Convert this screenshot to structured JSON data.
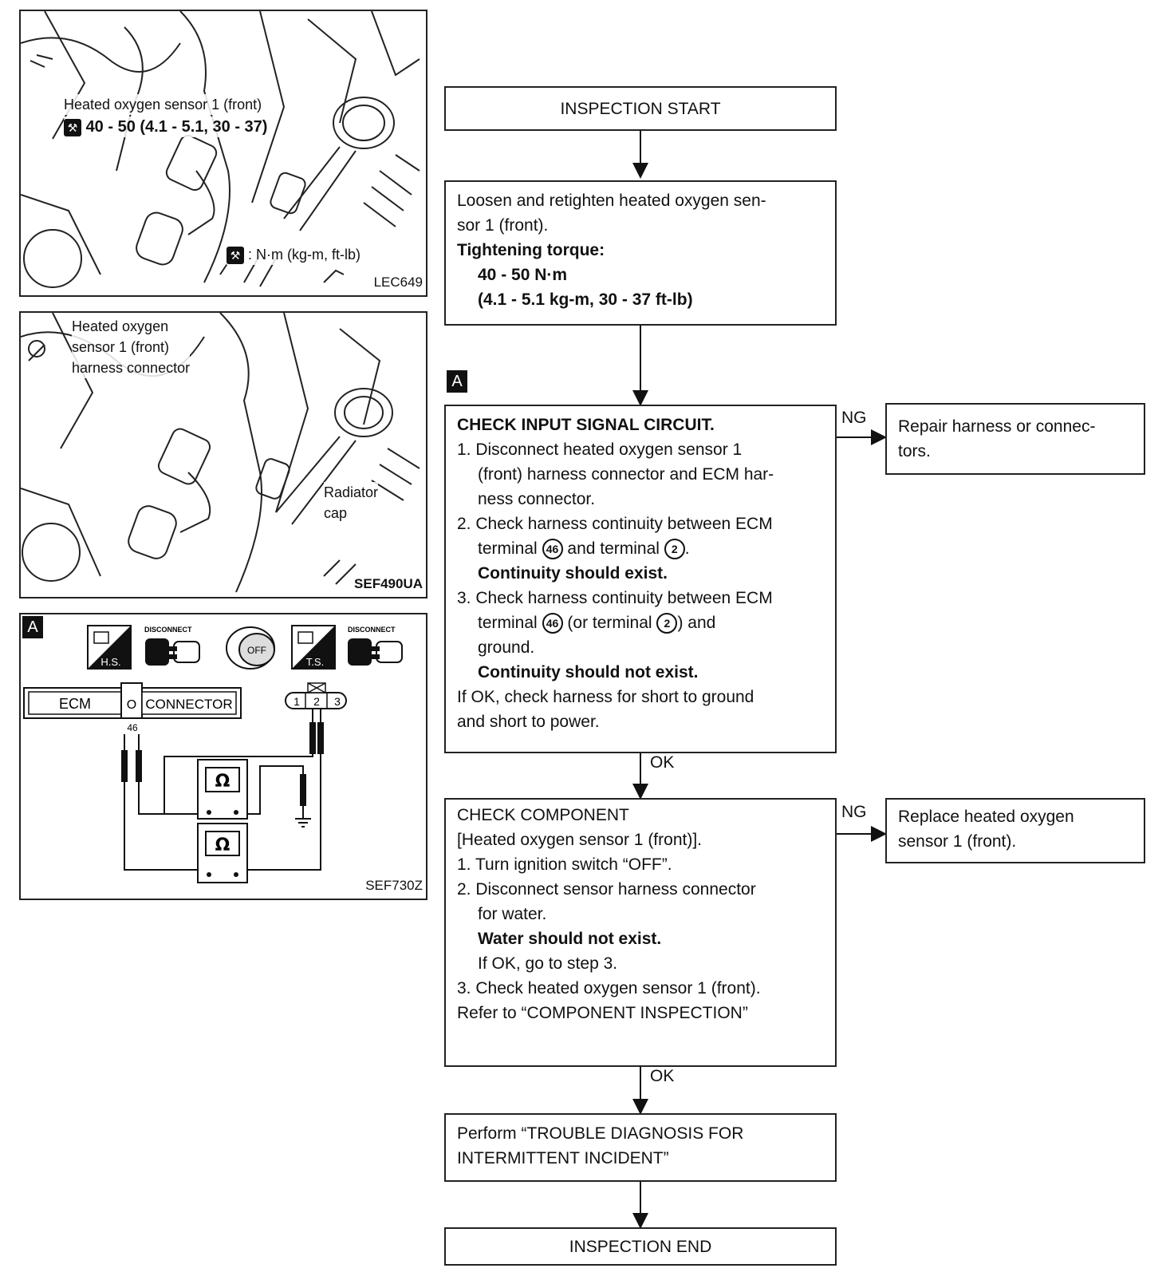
{
  "panel1": {
    "label_sensor": "Heated oxygen sensor 1 (front)",
    "torque": "40 - 50 (4.1 - 5.1, 30 - 37)",
    "unit": ": N·m (kg-m, ft-lb)",
    "code": "LEC649"
  },
  "panel2": {
    "label_line1": "Heated oxygen",
    "label_line2": "sensor 1 (front)",
    "label_line3": "harness connector",
    "radiator_line1": "Radiator",
    "radiator_line2": "cap",
    "code": "SEF490UA"
  },
  "panel3": {
    "tag": "A",
    "icon_hs": "H.S.",
    "icon_ts": "T.S.",
    "disconnect1": "DISCONNECT",
    "disconnect2": "DISCONNECT",
    "ignition": "OFF",
    "ecm": "ECM",
    "connector": "CONNECTOR",
    "pin_label": "46",
    "conn_pins": [
      "1",
      "2",
      "3"
    ],
    "ohm1": "Ω",
    "ohm2": "Ω",
    "code": "SEF730Z"
  },
  "flow": {
    "start": "INSPECTION START",
    "step1": {
      "line1": "Loosen and retighten heated oxygen sen-",
      "line2": "sor 1 (front).",
      "line3": "Tightening torque:",
      "line4": "40 - 50 N·m",
      "line5": "(4.1 - 5.1 kg-m, 30 - 37 ft-lb)"
    },
    "tag_a": "A",
    "step2": {
      "title": "CHECK INPUT SIGNAL CIRCUIT.",
      "i1a": "1. Disconnect heated oxygen sensor 1",
      "i1b": "(front) harness connector and ECM har-",
      "i1c": "ness connector.",
      "i2a": "2. Check harness continuity between ECM",
      "i2b_pre": "terminal",
      "t46a": "46",
      "i2b_mid": "and terminal",
      "t2a": "2",
      "i2b_post": ".",
      "i2c": "Continuity should exist.",
      "i3a": "3. Check harness continuity between ECM",
      "i3b_pre": "terminal",
      "t46b": "46",
      "i3b_mid": "(or terminal",
      "t2b": "2",
      "i3b_post": ") and",
      "i3c": "ground.",
      "i3d": "Continuity should not exist.",
      "ok1": "If OK, check harness for short to ground",
      "ok2": "and short to power."
    },
    "ng1_label": "NG",
    "ng1_box": {
      "line1": "Repair harness or connec-",
      "line2": "tors."
    },
    "ok1_label": "OK",
    "step3": {
      "title": "CHECK COMPONENT",
      "sub": "[Heated oxygen sensor 1 (front)].",
      "i1": "1. Turn ignition switch “OFF”.",
      "i2a": "2. Disconnect sensor harness connector",
      "i2b": "for water.",
      "i2c": "Water should not exist.",
      "i2d": "If OK, go to step 3.",
      "i3": "3. Check heated oxygen sensor 1 (front).",
      "ref": "Refer to “COMPONENT INSPECTION”"
    },
    "ng2_label": "NG",
    "ng2_box": {
      "line1": "Replace heated oxygen",
      "line2": "sensor 1 (front)."
    },
    "ok2_label": "OK",
    "step4": {
      "line1": "Perform “TROUBLE DIAGNOSIS FOR",
      "line2": "INTERMITTENT INCIDENT”"
    },
    "end": "INSPECTION END"
  }
}
